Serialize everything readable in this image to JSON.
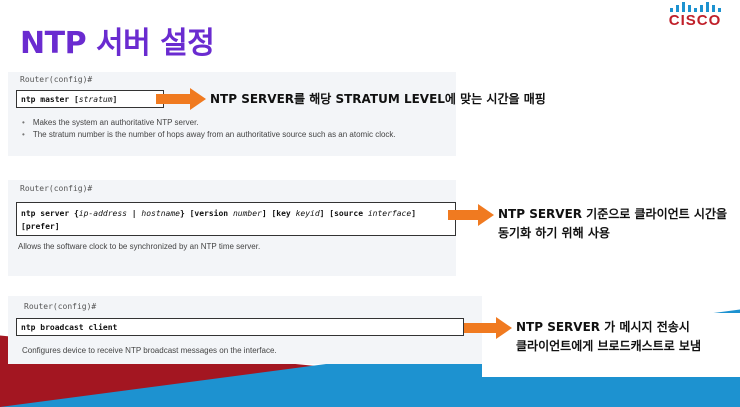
{
  "title": "NTP 서버 설정",
  "logo": {
    "text": "CISCO"
  },
  "sections": [
    {
      "prompt": "Router(config)#",
      "command": {
        "bold": "ntp master [",
        "italic": "stratum",
        "bold_end": "]"
      },
      "description": [
        "Makes the system an authoritative NTP server.",
        "The stratum number is the number of hops away from an authoritative source such as an atomic clock."
      ],
      "note": [
        "NTP SERVER를 해당 STRATUM LEVEL에 맞는 시간을 매핑"
      ]
    },
    {
      "prompt": "Router(config)#",
      "command_lines": [
        {
          "parts": [
            {
              "t": "ntp server {",
              "i": false
            },
            {
              "t": "ip-address",
              "i": true
            },
            {
              "t": " | ",
              "i": false
            },
            {
              "t": "hostname",
              "i": true
            },
            {
              "t": "} [version ",
              "i": false
            },
            {
              "t": "number",
              "i": true
            },
            {
              "t": "] [key ",
              "i": false
            },
            {
              "t": "keyid",
              "i": true
            },
            {
              "t": "] [source ",
              "i": false
            },
            {
              "t": "interface",
              "i": true
            },
            {
              "t": "]",
              "i": false
            }
          ]
        },
        {
          "parts": [
            {
              "t": "[prefer]",
              "i": false
            }
          ]
        }
      ],
      "description": "Allows the software clock to be synchronized by an NTP time server.",
      "note": [
        "NTP SERVER 기준으로 클라이언트 시간을",
        "동기화 하기 위해 사용"
      ]
    },
    {
      "prompt": "Router(config)#",
      "command": "ntp broadcast client",
      "description": "Configures device to receive NTP broadcast messages on the interface.",
      "note": [
        "NTP SERVER 가 메시지 전송시",
        "클라이언트에게 브로드캐스트로 보냄"
      ]
    }
  ],
  "colors": {
    "title": "#6a2bd0",
    "arrow": "#f07a20",
    "cisco_red": "#c0202a",
    "cisco_blue": "#1d92d0"
  }
}
